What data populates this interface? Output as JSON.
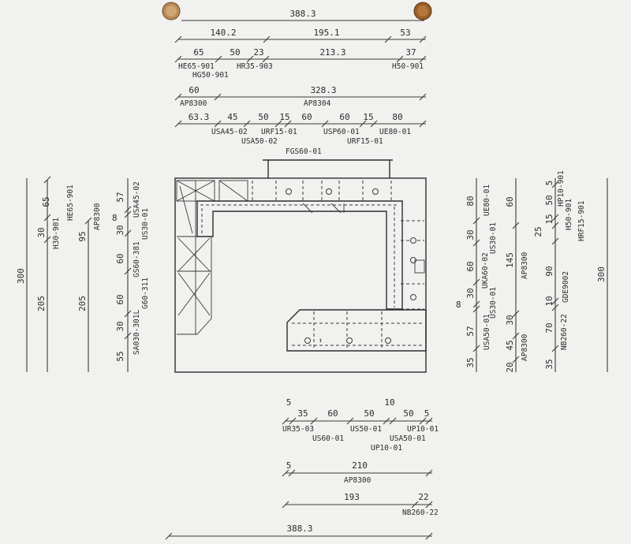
{
  "diagram": {
    "dims": {
      "total_top": "388.3",
      "row1": [
        "140.2",
        "195.1",
        "53"
      ],
      "row2": [
        "65",
        "50",
        "23",
        "213.3",
        "37"
      ],
      "row3": [
        "60",
        "328.3"
      ],
      "row4": [
        "63.3",
        "45",
        "50",
        "15",
        "60",
        "60",
        "15",
        "80"
      ],
      "left_a": "300",
      "left_b": [
        "205",
        "30",
        "65"
      ],
      "left_c": [
        "205",
        "95"
      ],
      "left_d": [
        "55",
        "30",
        "60",
        "60",
        "30",
        "8",
        "57"
      ],
      "right_a": [
        "35",
        "57",
        "8",
        "30",
        "60",
        "30",
        "80"
      ],
      "right_b": [
        "20",
        "45",
        "30",
        "145",
        "60"
      ],
      "right_c": [
        "35",
        "70",
        "10",
        "90",
        "25",
        "15",
        "50",
        "5"
      ],
      "right_d": "300",
      "bottom1": [
        "5",
        "35",
        "60",
        "50",
        "10",
        "50",
        "5"
      ],
      "bottom2": [
        "5",
        "210"
      ],
      "bottom3": [
        "193",
        "22"
      ],
      "total_bottom": "388.3"
    },
    "codes": {
      "row2_a": "HE65-901",
      "row2_b": "HR35-903",
      "row2_c": "HG50-901",
      "row2_d": "H50-901",
      "row3_a": "AP8300",
      "row3_b": "AP8304",
      "row4_a": "USA45-02",
      "row4_b": "URF15-01",
      "row4_c": "USA50-02",
      "row4_d": "USP60-01",
      "row4_e": "UE80-01",
      "row4_f": "URF15-01",
      "row4_g": "FGS60-01",
      "left_b1": "H30-901",
      "left_b2": "HE65-901",
      "left_c1": "AP8300",
      "left_d1": "SA030-301L",
      "left_d2": "G60-311",
      "left_d3": "GS60-381",
      "left_d4": "US30-01",
      "left_d5": "USA45-02",
      "right_a1": "USA50-01",
      "right_a2": "US30-01",
      "right_a3": "UKA60-02",
      "right_a4": "US30-01",
      "right_a5": "UE80-01",
      "right_b1": "AP8300",
      "right_b2": "AP8300",
      "right_c1": "NB260-22",
      "right_c2": "GDE9002",
      "right_c3": "H50-901",
      "right_c4": "HP10-901",
      "right_c5": "HRF15-901",
      "bottom1_a": "UR35-03",
      "bottom1_b": "US60-01",
      "bottom1_c": "US50-01",
      "bottom1_d": "USA50-01",
      "bottom1_e": "UP10-01",
      "bottom1_f": "UP10-01",
      "bottom2_a": "AP8300",
      "bottom3_a": "NB260-22"
    }
  }
}
